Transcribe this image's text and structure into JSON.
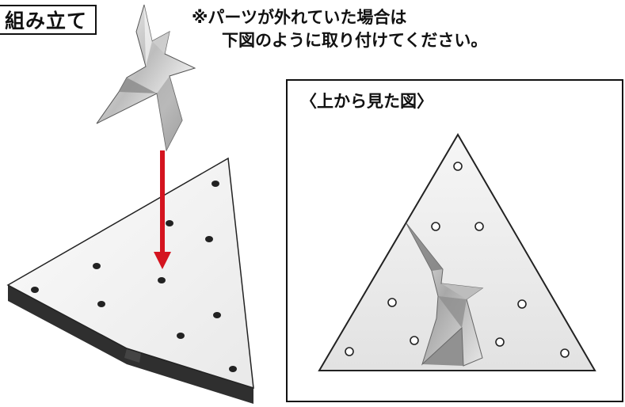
{
  "title": "組み立て",
  "note": {
    "line1": "※パーツが外れていた場合は",
    "line2": "下図のように取り付けてください。"
  },
  "top_view": {
    "caption": "〈上から見た図〉"
  },
  "colors": {
    "arrow": "#d4141f",
    "base_top": "#f1f1f1",
    "base_side": "#3a3a3a",
    "outline": "#111111"
  },
  "icons": {
    "part": "star-blade-part-icon",
    "arrow": "down-arrow-icon"
  }
}
